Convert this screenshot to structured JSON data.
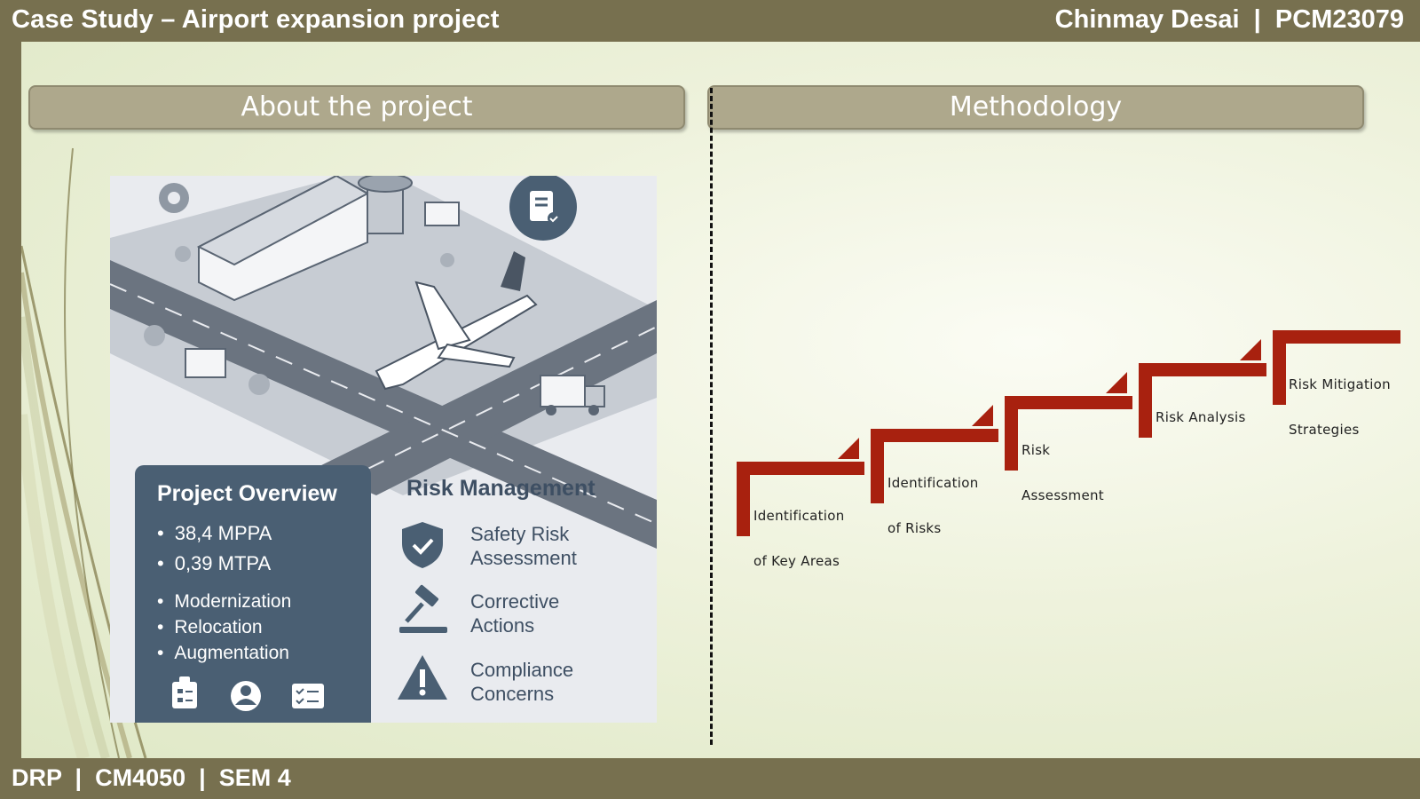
{
  "header": {
    "title": "Case Study – Airport expansion project",
    "author": "Chinmay Desai  |  PCM23079"
  },
  "sections": {
    "about": "About the project",
    "methodology": "Methodology"
  },
  "poster": {
    "overview_heading": "Project Overview",
    "overview_stats": [
      "38,4 MPPA",
      "0,39 MTPA"
    ],
    "overview_items": [
      "Modernization",
      "Relocation",
      "Augmentation"
    ],
    "risk_heading": "Risk Management",
    "risk_items": [
      {
        "line1": "Safety Risk",
        "line2": "Assessment",
        "icon": "shield-check-icon"
      },
      {
        "line1": "Corrective",
        "line2": "Actions",
        "icon": "gavel-icon"
      },
      {
        "line1": "Compliance",
        "line2": "Concerns",
        "icon": "warning-icon"
      }
    ]
  },
  "methodology_steps": [
    {
      "line1": "Identification",
      "line2": "of Key Areas"
    },
    {
      "line1": "Identification",
      "line2": "of Risks"
    },
    {
      "line1": "Risk",
      "line2": "Assessment"
    },
    {
      "line1": "Risk Analysis",
      "line2": ""
    },
    {
      "line1": "Risk Mitigation",
      "line2": "Strategies"
    }
  ],
  "footer": {
    "text": "DRP  |  CM4050  |  SEM 4"
  },
  "colors": {
    "bar": "#77704f",
    "pill": "#aea88c",
    "stair": "#a8210f",
    "poster_dark": "#4a5f73"
  }
}
